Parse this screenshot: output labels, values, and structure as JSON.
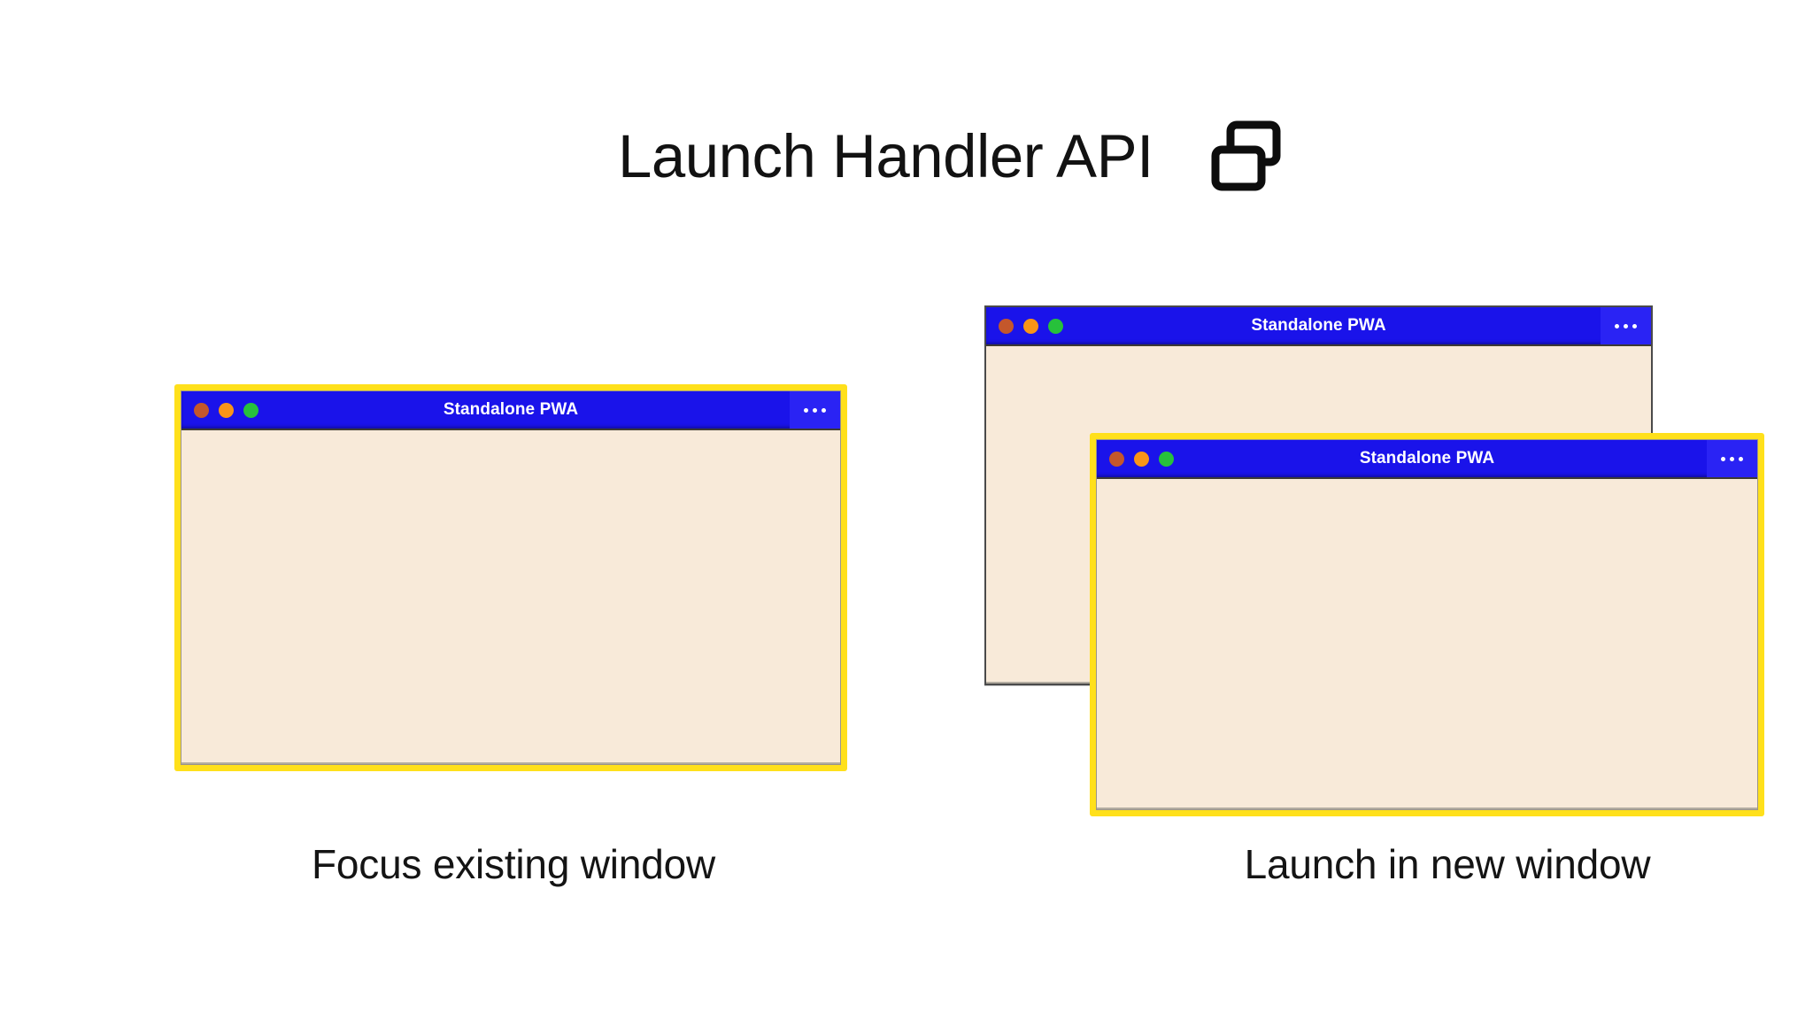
{
  "heading": {
    "title": "Launch Handler API",
    "icon": "multi-window-icon"
  },
  "colors": {
    "window_focus_border": "#ffe01b",
    "titlebar_blue": "#1a13ea",
    "menu_button_blue": "#2a23f4",
    "window_body_cream": "#f8ead9",
    "dot_close": "#c4572b",
    "dot_minimize": "#f99417",
    "dot_maximize": "#27c13b",
    "text_dark": "#141414",
    "page_background": "#ffffff"
  },
  "windows": [
    {
      "id": "win-left",
      "title": "Standalone PWA",
      "focused": true,
      "menu_label": "...",
      "dots": [
        "close",
        "minimize",
        "maximize"
      ]
    },
    {
      "id": "win-right-back",
      "title": "Standalone PWA",
      "focused": false,
      "menu_label": "...",
      "dots": [
        "close",
        "minimize",
        "maximize"
      ]
    },
    {
      "id": "win-right-front",
      "title": "Standalone PWA",
      "focused": true,
      "menu_label": "...",
      "dots": [
        "close",
        "minimize",
        "maximize"
      ]
    }
  ],
  "captions": {
    "left": "Focus existing window",
    "right": "Launch in new window"
  }
}
